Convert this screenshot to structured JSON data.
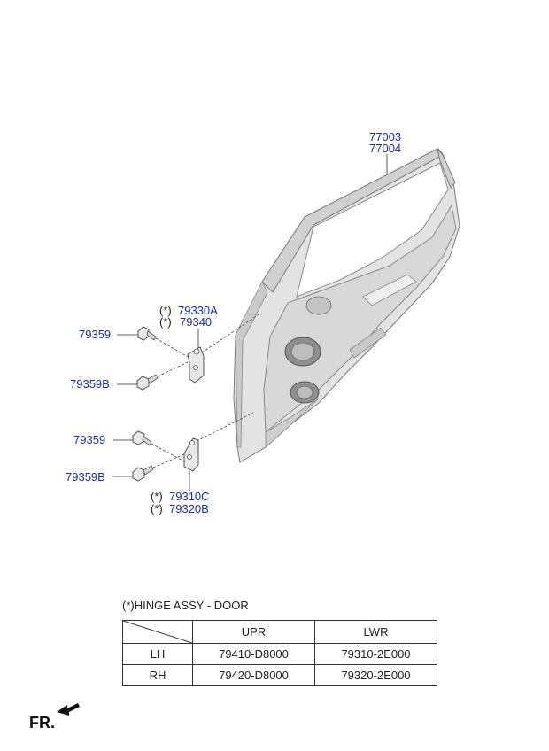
{
  "labels": {
    "door_part_1": "77003",
    "door_part_2": "77004",
    "upper_hinge_1": "79330A",
    "upper_hinge_2": "79340",
    "upper_bolt": "79359",
    "upper_bolt_b": "79359B",
    "lower_bolt": "79359",
    "lower_bolt_b": "79359B",
    "lower_hinge_1": "79310C",
    "lower_hinge_2": "79320B",
    "star_mark": "(*)"
  },
  "note": "(*)HINGE ASSY - DOOR",
  "table": {
    "headers": [
      "",
      "UPR",
      "LWR"
    ],
    "rows": [
      {
        "side": "LH",
        "upr": "79410-D8000",
        "lwr": "79310-2E000"
      },
      {
        "side": "RH",
        "upr": "79420-D8000",
        "lwr": "79320-2E000"
      }
    ]
  },
  "orientation": {
    "label": "FR.",
    "icon": "arrow-front-icon"
  },
  "colors": {
    "label_blue": "#1a2bb5",
    "line": "#333333",
    "part_fill": "#e6e6e6"
  }
}
